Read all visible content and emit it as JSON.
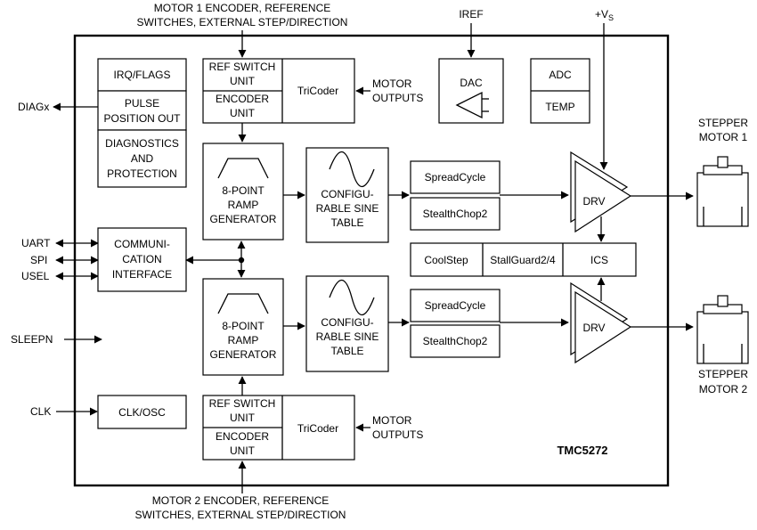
{
  "chip": {
    "name": "TMC5272"
  },
  "top_label": {
    "line1": "MOTOR 1 ENCODER, REFERENCE",
    "line2": "SWITCHES, EXTERNAL STEP/DIRECTION"
  },
  "bottom_label": {
    "line1": "MOTOR 2 ENCODER, REFERENCE",
    "line2": "SWITCHES, EXTERNAL STEP/DIRECTION"
  },
  "iref": "IREF",
  "vs": {
    "main": "+V",
    "sub": "S"
  },
  "pins": {
    "diag": "DIAGx",
    "uart": "UART",
    "spi": "SPI",
    "usel": "USEL",
    "sleepn": "SLEEPN",
    "clk": "CLK"
  },
  "blocks": {
    "irq": "IRQ/FLAGS",
    "pulse": [
      "PULSE",
      "POSITION OUT"
    ],
    "diag": [
      "DIAGNOSTICS",
      "AND",
      "PROTECTION"
    ],
    "comm": [
      "COMMUNI-",
      "CATION",
      "INTERFACE"
    ],
    "clkosc": "CLK/OSC",
    "refsw": [
      "REF SWITCH",
      "UNIT"
    ],
    "encoder": [
      "ENCODER",
      "UNIT"
    ],
    "tricoder": "TriCoder",
    "motor_outputs": [
      "MOTOR",
      "OUTPUTS"
    ],
    "ramp": [
      "8-POINT",
      "RAMP",
      "GENERATOR"
    ],
    "sine": [
      "CONFIGU-",
      "RABLE SINE",
      "TABLE"
    ],
    "spreadcycle": "SpreadCycle",
    "stealthchop": "StealthChop2",
    "dac": "DAC",
    "adc": "ADC",
    "temp": "TEMP",
    "coolstep": "CoolStep",
    "stallguard": "StallGuard2/4",
    "ics": "ICS",
    "drv": "DRV"
  },
  "motors": {
    "m1": [
      "STEPPER",
      "MOTOR 1"
    ],
    "m2": [
      "STEPPER",
      "MOTOR 2"
    ]
  }
}
